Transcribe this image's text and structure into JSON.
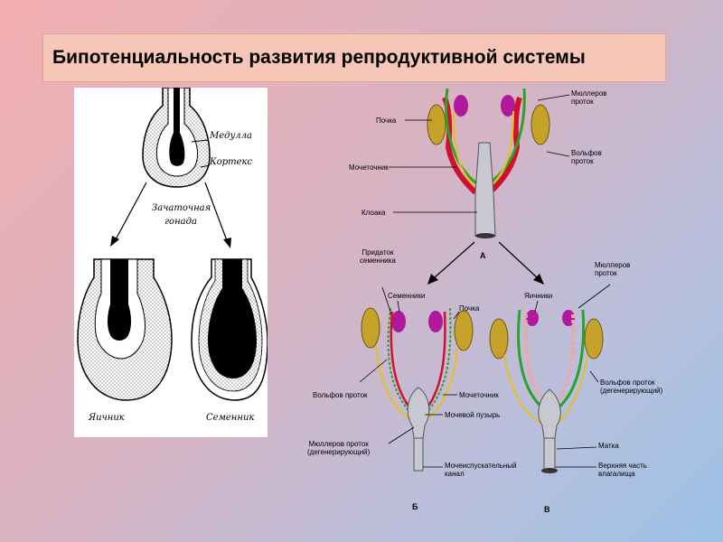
{
  "title": "Бипотенциальность развития репродуктивной системы",
  "left_diagram": {
    "medulla": "Медулла",
    "cortex": "Кортекс",
    "gonad_line1": "Зачаточная",
    "gonad_line2": "гонада",
    "ovary": "Яичник",
    "testis": "Семенник"
  },
  "right_diagram": {
    "mullerian_duct": "Мюллеров\nпроток",
    "kidney": "Почка",
    "wolffian_duct": "Вольфов\nпроток",
    "ureter": "Мочеточник",
    "cloaca": "Клоака",
    "stage_a": "А",
    "epididymis": "Придаток\nсеменника",
    "mullerian_duct_2": "Мюллеров\nпроток",
    "testes": "Семенники",
    "kidney_2": "Почка",
    "ovaries": "Яичники",
    "wolffian_duct_b": "Вольфов проток",
    "ureter_b": "Мочеточник",
    "bladder": "Мочевой пузырь",
    "wolffian_degenerating": "Вольфов проток\n(дегенерирующий)",
    "mullerian_degenerating": "Мюллеров проток\n(дегенерирующий)",
    "uterus": "Матка",
    "urethra": "Мочеиспускательный\nканал",
    "upper_vagina": "Верхняя часть\nвлагалища",
    "stage_b": "Б",
    "stage_c": "В"
  }
}
